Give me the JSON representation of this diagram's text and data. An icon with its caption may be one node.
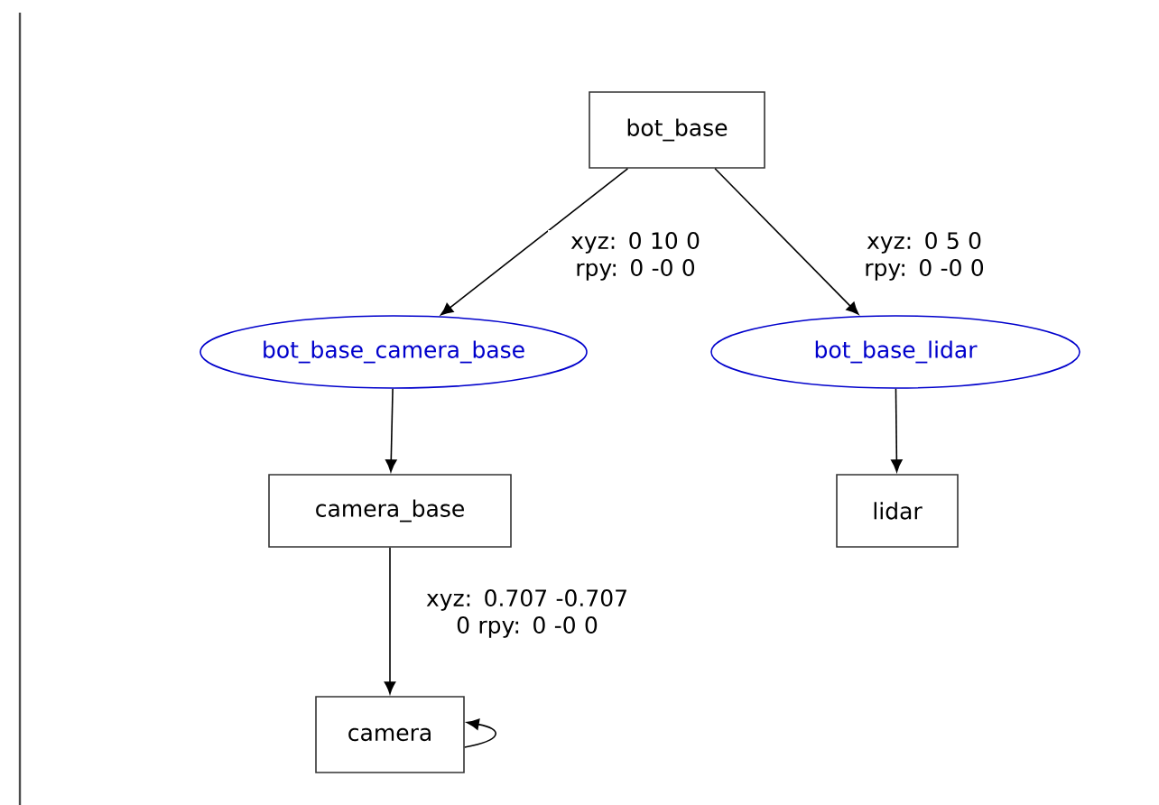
{
  "diagram": {
    "nodes": [
      {
        "text": [
          "bot_base"
        ]
      },
      {
        "text": [
          "bot_base_camera_base"
        ]
      },
      {
        "text": [
          "bot_base_lidar"
        ]
      },
      {
        "text": [
          "camera_base"
        ]
      },
      {
        "text": [
          "lidar"
        ]
      },
      {
        "text": [
          "camera"
        ]
      }
    ],
    "edges": [
      {
        "from": 0,
        "to": 1,
        "arrow": "to",
        "label": "xyz: 0 10 0 rpy: 0 -0 0"
      },
      {
        "from": 0,
        "to": 2,
        "arrow": "to",
        "label": "xyz: 0 5 0 rpy: 0 -0 0"
      },
      {
        "from": 1,
        "to": 3,
        "arrow": "to"
      },
      {
        "from": 2,
        "to": 4,
        "arrow": "to"
      },
      {
        "from": 3,
        "to": 5,
        "arrow": "to",
        "label": "xyz: 0.707 -0.707 0 rpy: 0 -0 0"
      },
      {
        "from": 5,
        "to": 5,
        "arrow": "to"
      }
    ]
  }
}
